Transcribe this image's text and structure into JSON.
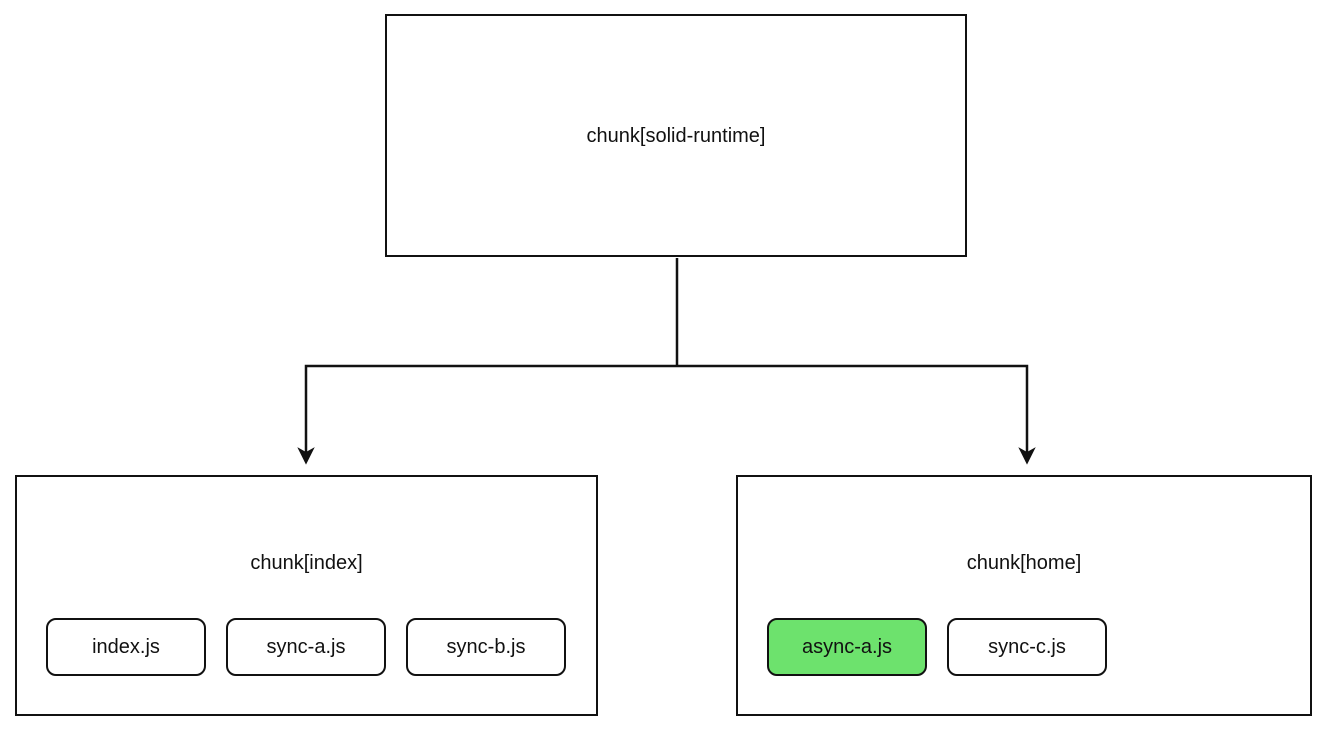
{
  "diagram": {
    "type": "chunk-dependency-graph",
    "colors": {
      "background": "#ffffff",
      "stroke": "#111111",
      "text": "#111111",
      "box_fill": "#ffffff",
      "module_fill": "#ffffff",
      "highlight_fill": "#6de26d"
    },
    "nodes": {
      "runtime": {
        "label": "chunk[solid-runtime]",
        "modules": []
      },
      "index": {
        "label": "chunk[index]",
        "modules": [
          {
            "label": "index.js",
            "highlighted": false
          },
          {
            "label": "sync-a.js",
            "highlighted": false
          },
          {
            "label": "sync-b.js",
            "highlighted": false
          }
        ]
      },
      "home": {
        "label": "chunk[home]",
        "modules": [
          {
            "label": "async-a.js",
            "highlighted": true
          },
          {
            "label": "sync-c.js",
            "highlighted": false
          }
        ]
      }
    },
    "edges": [
      {
        "from": "chunk[solid-runtime]",
        "to": "chunk[index]"
      },
      {
        "from": "chunk[solid-runtime]",
        "to": "chunk[home]"
      }
    ]
  }
}
